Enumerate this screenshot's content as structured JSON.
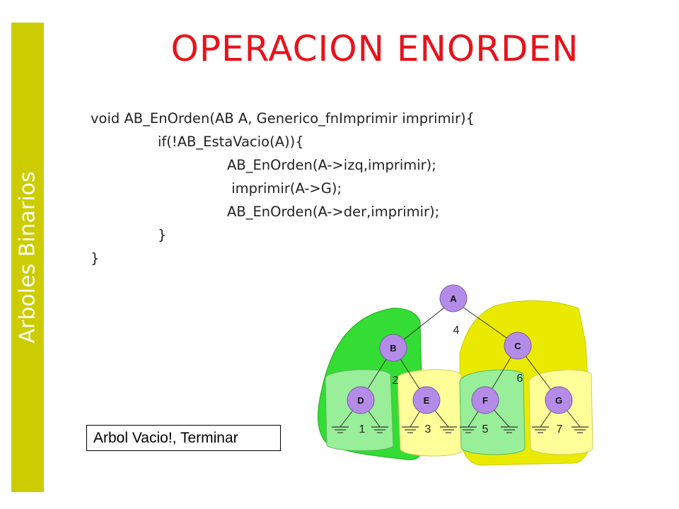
{
  "sidebar": {
    "title": "Arboles Binarios"
  },
  "title": "OPERACION ENORDEN",
  "code": {
    "lines": [
      "void AB_EnOrden(AB A, Generico_fnImprimir imprimir){",
      "if(!AB_EstaVacio(A)){",
      "AB_EnOrden(A->izq,imprimir);",
      " imprimir(A->G);",
      "AB_EnOrden(A->der,imprimir);",
      "}",
      "}"
    ]
  },
  "callout": "Arbol Vacio!, Terminar",
  "tree": {
    "nodes": [
      "A",
      "B",
      "C",
      "D",
      "E",
      "F",
      "G"
    ],
    "order_labels": [
      "4",
      "2",
      "6",
      "1",
      "3",
      "5",
      "7"
    ],
    "colors": {
      "node_fill": "#b48ce8",
      "green_region": "#33dd33",
      "light_green_region": "#99ee99",
      "yellow_region": "#eaea00",
      "light_yellow_region": "#ffff99"
    }
  },
  "colors": {
    "sidebar": "#cccc00",
    "title": "#e8121b"
  }
}
